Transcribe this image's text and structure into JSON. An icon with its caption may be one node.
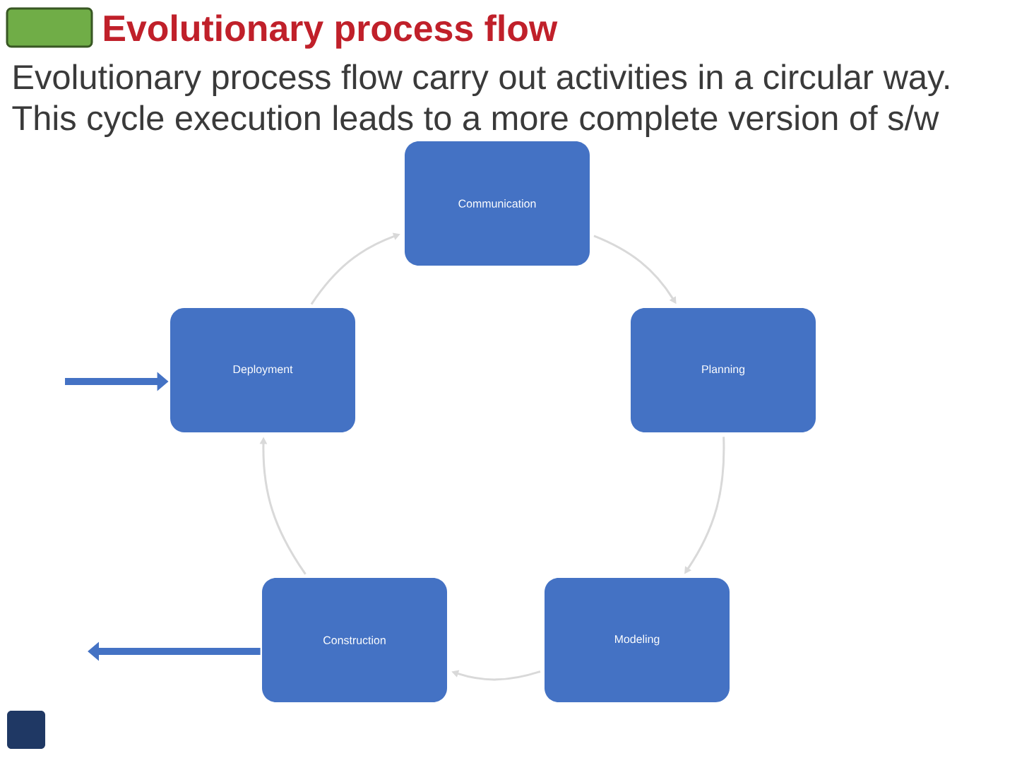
{
  "diagram": {
    "title": "Evolutionary process flow",
    "nodes": [
      {
        "text": [
          "Communication"
        ]
      },
      {
        "text": [
          "Planning"
        ]
      },
      {
        "text": [
          "Modeling"
        ]
      },
      {
        "text": [
          "Construction"
        ]
      },
      {
        "text": [
          "Deployment"
        ]
      }
    ],
    "edges": [
      {
        "from": 0,
        "to": 1,
        "arrow": "to"
      },
      {
        "from": 1,
        "to": 2,
        "arrow": "to"
      },
      {
        "from": 2,
        "to": 3,
        "arrow": "to"
      },
      {
        "from": 3,
        "to": 4,
        "arrow": "to"
      },
      {
        "from": 4,
        "to": 0,
        "arrow": "to"
      },
      {
        "from": null,
        "to": 4,
        "arrow": "to",
        "style": "thick",
        "color": "#4472c4"
      },
      {
        "from": 3,
        "to": null,
        "arrow": "to",
        "style": "thick",
        "color": "#4472c4"
      }
    ],
    "labels": [
      "Evolutionary process flow carry out activities in a circular way.",
      "This cycle execution leads to a more complete version of s/w"
    ]
  }
}
